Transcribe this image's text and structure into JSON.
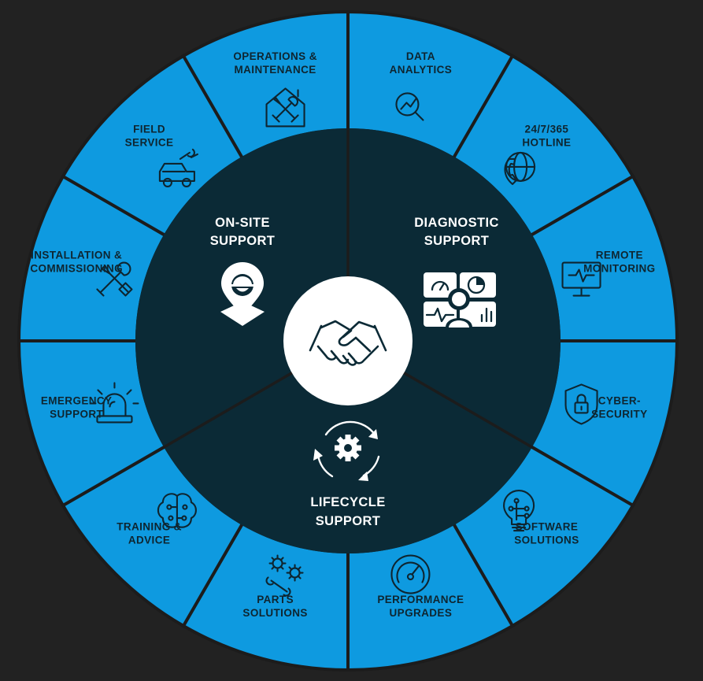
{
  "colors": {
    "background": "#222222",
    "outer_ring": "#0e9ae0",
    "inner_disc": "#0b2a36",
    "center": "#ffffff",
    "outer_text": "#0e2530"
  },
  "center": {
    "icon": "handshake-icon"
  },
  "core_sections": [
    {
      "id": "on-site",
      "lines": [
        "ON-SITE",
        "SUPPORT"
      ],
      "icon": "location-pin-worker-icon"
    },
    {
      "id": "diagnostic",
      "lines": [
        "DIAGNOSTIC",
        "SUPPORT"
      ],
      "icon": "dashboard-analytics-icon"
    },
    {
      "id": "lifecycle",
      "lines": [
        "LIFECYCLE",
        "SUPPORT"
      ],
      "icon": "gear-cycle-icon"
    }
  ],
  "services": [
    {
      "id": "data-analytics",
      "lines": [
        "DATA",
        "ANALYTICS"
      ],
      "icon": "chart-magnifier-icon"
    },
    {
      "id": "hotline",
      "lines": [
        "24/7/365",
        "HOTLINE"
      ],
      "icon": "globe-phone-icon"
    },
    {
      "id": "remote-monitoring",
      "lines": [
        "REMOTE",
        "MONITORING"
      ],
      "icon": "monitor-pulse-icon"
    },
    {
      "id": "cyber-security",
      "lines": [
        "CYBER-",
        "SECURITY"
      ],
      "icon": "shield-lock-icon"
    },
    {
      "id": "software-solutions",
      "lines": [
        "SOFTWARE",
        "SOLUTIONS"
      ],
      "icon": "lightbulb-circuit-icon"
    },
    {
      "id": "performance-upgrades",
      "lines": [
        "PERFORMANCE",
        "UPGRADES"
      ],
      "icon": "speedometer-icon"
    },
    {
      "id": "parts-solutions",
      "lines": [
        "PARTS",
        "SOLUTIONS"
      ],
      "icon": "gears-wrench-icon"
    },
    {
      "id": "training-advice",
      "lines": [
        "TRAINING &",
        "ADVICE"
      ],
      "icon": "brain-circuit-icon"
    },
    {
      "id": "emergency-support",
      "lines": [
        "EMERGENCY",
        "SUPPORT"
      ],
      "icon": "siren-icon"
    },
    {
      "id": "installation-commissioning",
      "lines": [
        "INSTALLATION &",
        "COMMISSIONING"
      ],
      "icon": "wrench-screwdriver-icon"
    },
    {
      "id": "field-service",
      "lines": [
        "FIELD",
        "SERVICE"
      ],
      "icon": "car-wrench-icon"
    },
    {
      "id": "operations-maintenance",
      "lines": [
        "OPERATIONS &",
        "MAINTENANCE"
      ],
      "icon": "house-tools-icon"
    }
  ]
}
